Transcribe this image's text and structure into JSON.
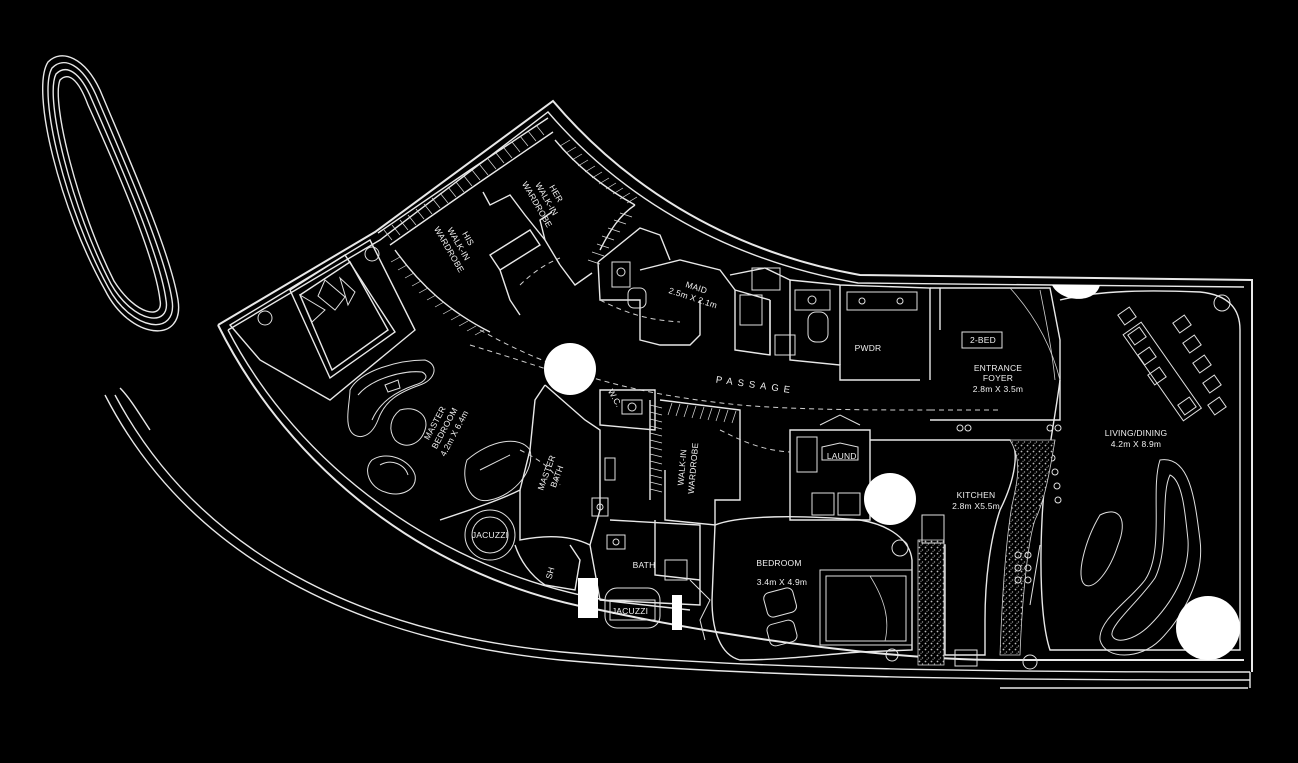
{
  "labels": {
    "his_wardrobe": [
      "HIS",
      "WALK-IN",
      "WARDROBE"
    ],
    "her_wardrobe": [
      "HER",
      "WALK-IN",
      "WARDROBE"
    ],
    "maid": [
      "MAID",
      "2.5m X 2.1m"
    ],
    "pwdr": "PWDR",
    "two_bed": "2-BED",
    "entrance_foyer": [
      "ENTRANCE",
      "FOYER",
      "2.8m X 3.5m"
    ],
    "passage": "PASSAGE",
    "wc": "W.C.",
    "master_bedroom": [
      "MASTER",
      "BEDROOM",
      "4.2m X 6.4m"
    ],
    "master_bath": [
      "MASTER",
      "BATH"
    ],
    "walk_in_wardrobe": [
      "WALK-IN",
      "WARDROBE"
    ],
    "laund": "LAUND.",
    "kitchen": [
      "KITCHEN",
      "2.8m X5.5m"
    ],
    "living_dining": [
      "LIVING/DINING",
      "4.2m X 8.9m"
    ],
    "jacuzzi_1": "JACUZZI",
    "jacuzzi_2": "JACUZZI",
    "sh": "SH",
    "bath": "BATH",
    "bedroom": [
      "BEDROOM",
      "3.4m X 4.9m"
    ]
  },
  "colors": {
    "background": "#000000",
    "linework": "#e8e8e8",
    "marker": "#ffffff"
  }
}
